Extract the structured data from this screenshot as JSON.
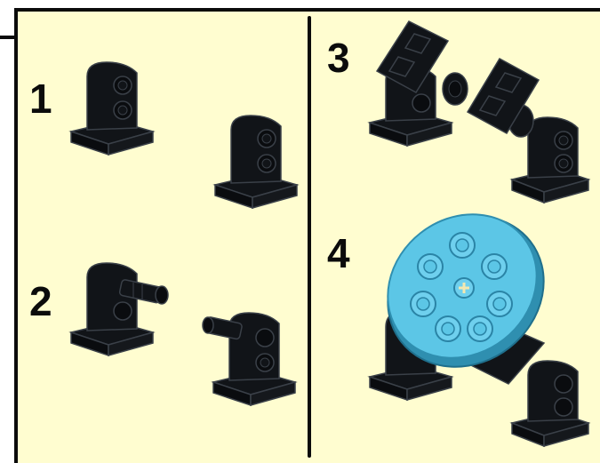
{
  "steps": [
    {
      "number": "1"
    },
    {
      "number": "2"
    },
    {
      "number": "3"
    },
    {
      "number": "4"
    }
  ],
  "colors": {
    "background": "#fffdd0",
    "frame": "#0b0b0b",
    "part_dark": "#111418",
    "part_edge": "#3a4048",
    "turntable": "#5cc6e6",
    "turntable_edge": "#2f8fb0"
  },
  "icons": [
    "technic-beam-bracket",
    "axle-pin",
    "tile-plate",
    "turntable-round-plate"
  ]
}
